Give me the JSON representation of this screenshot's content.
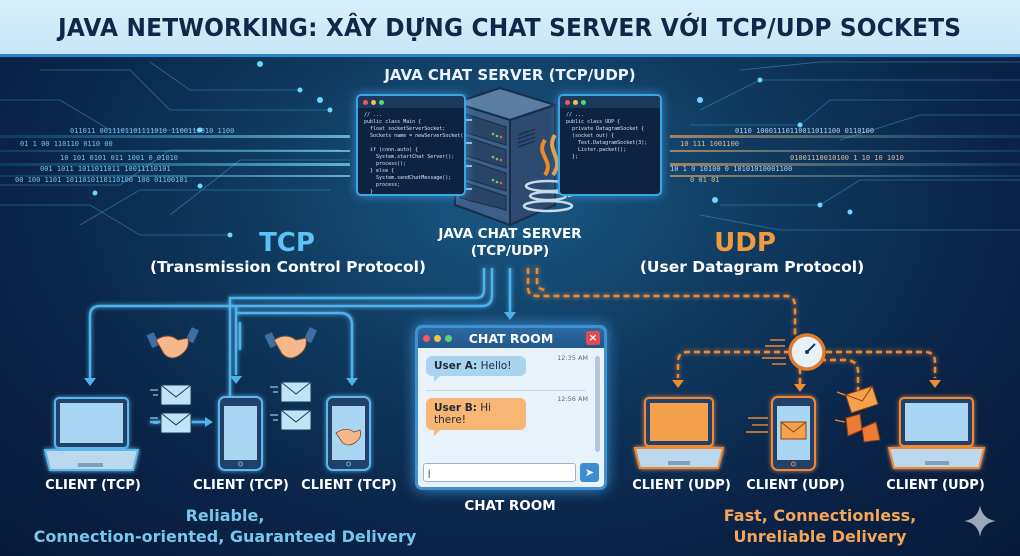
{
  "title": "JAVA NETWORKING: XÂY DỰNG CHAT SERVER VỚI TCP/UDP SOCKETS",
  "server": {
    "title": "JAVA CHAT SERVER (TCP/UDP)",
    "subtitle_line1": "JAVA CHAT SERVER",
    "subtitle_line2": "(TCP/UDP)",
    "code_left": "// ...\npublic class Main {\n  float socketServerSocket;\n  Sockets name = newServerSocket();\n\n  if (conn.auto) {\n    System.startChat Server();\n    process();\n  } else {\n    System.sendChatMessage();\n    process;\n  }\n}",
    "code_right": "// ...\npublic class UDP {\n  private DatagramSocket {\n  (socket out) {\n    Test.DatagramSocket(3);\n    Lister.packet();\n  };"
  },
  "tcp": {
    "title": "TCP",
    "subtitle": "(Transmission Control Protocol)",
    "clients": [
      "CLIENT (TCP)",
      "CLIENT (TCP)",
      "CLIENT (TCP)"
    ],
    "description_line1": "Reliable,",
    "description_line2": "Connection-oriented, Guaranteed Delivery",
    "color": "#5cc3f4"
  },
  "udp": {
    "title": "UDP",
    "subtitle": "(User Datagram Protocol)",
    "clients": [
      "CLIENT (UDP)",
      "CLIENT (UDP)",
      "CLIENT (UDP)"
    ],
    "description_line1": "Fast, Connectionless,",
    "description_line2": "Unreliable Delivery",
    "color": "#f59a3c"
  },
  "chat_room": {
    "window_title": "CHAT ROOM",
    "label": "CHAT ROOM",
    "close_icon": "×",
    "send_icon": "➤",
    "messages": [
      {
        "user": "User A:",
        "text": "Hello!",
        "time": "12:35 AM"
      },
      {
        "user": "User B:",
        "text": "Hi there!",
        "time": "12:56 AM"
      }
    ],
    "input_value": "|"
  },
  "colors": {
    "title_bg": "#cfe9f8",
    "title_text": "#10274a",
    "tcp_accent": "#4fb3ea",
    "udp_accent": "#f08a33"
  }
}
